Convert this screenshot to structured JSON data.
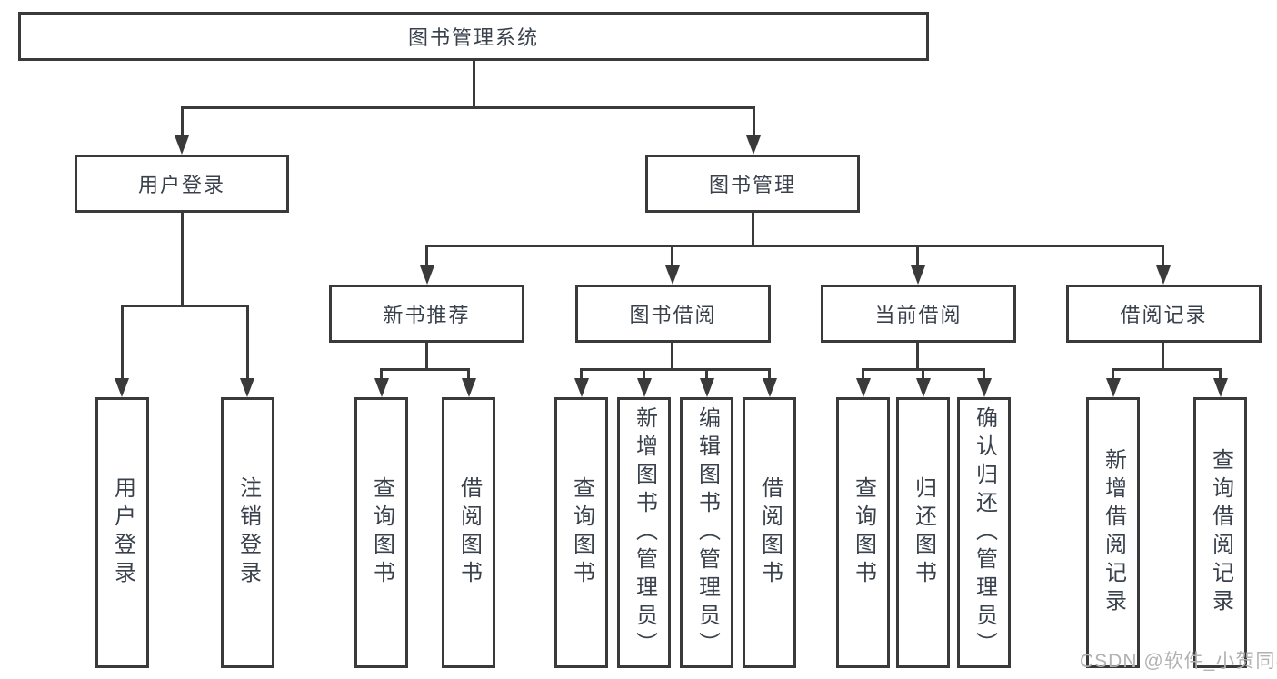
{
  "diagram": {
    "root": {
      "label": "图书管理系统"
    },
    "branches": [
      {
        "label": "用户登录",
        "children": [
          {
            "label": "用户登录"
          },
          {
            "label": "注销登录"
          }
        ]
      },
      {
        "label": "图书管理",
        "children": [
          {
            "label": "新书推荐",
            "children": [
              {
                "label": "查询图书"
              },
              {
                "label": "借阅图书"
              }
            ]
          },
          {
            "label": "图书借阅",
            "children": [
              {
                "label": "查询图书"
              },
              {
                "label": "新增图书（管理员）"
              },
              {
                "label": "编辑图书（管理员）"
              },
              {
                "label": "借阅图书"
              }
            ]
          },
          {
            "label": "当前借阅",
            "children": [
              {
                "label": "查询图书"
              },
              {
                "label": "归还图书"
              },
              {
                "label": "确认归还（管理员）"
              }
            ]
          },
          {
            "label": "借阅记录",
            "children": [
              {
                "label": "新增借阅记录"
              },
              {
                "label": "查询借阅记录"
              }
            ]
          }
        ]
      }
    ]
  },
  "watermark": "CSDN @软件_小贺同学",
  "colors": {
    "line": "#3a3a3a",
    "text": "#39414c",
    "watermark": "#b2b2b2",
    "background": "#ffffff"
  }
}
